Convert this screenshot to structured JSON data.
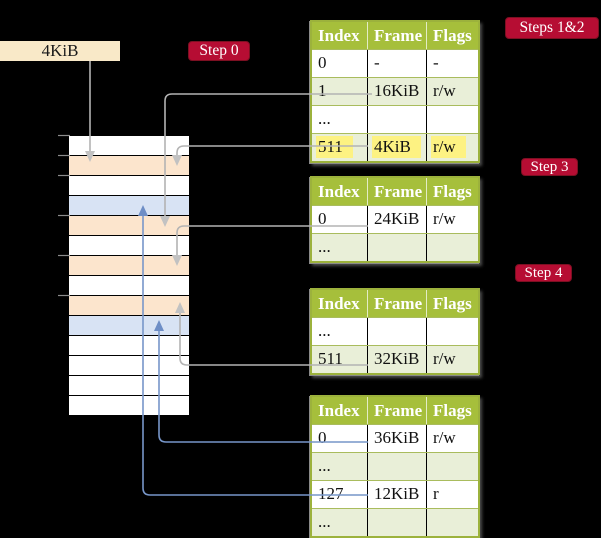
{
  "frame_box": {
    "label": "4KiB"
  },
  "badges": {
    "step0": "Step 0",
    "steps1and2": "Steps 1&2",
    "step3": "Step 3",
    "step4": "Step 4"
  },
  "tables": [
    {
      "id": "steps-1-2",
      "headers": [
        "Index",
        "Frame",
        "Flags"
      ],
      "rows": [
        {
          "cells": [
            "0",
            "-",
            "-"
          ],
          "highlight": false
        },
        {
          "cells": [
            "1",
            "16KiB",
            "r/w"
          ],
          "highlight": false
        },
        {
          "cells": [
            "...",
            "",
            ""
          ],
          "highlight": false
        },
        {
          "cells": [
            "511",
            "4KiB",
            "r/w"
          ],
          "highlight": true
        }
      ]
    },
    {
      "id": "step-3",
      "headers": [
        "Index",
        "Frame",
        "Flags"
      ],
      "rows": [
        {
          "cells": [
            "0",
            "24KiB",
            "r/w"
          ],
          "highlight": false
        },
        {
          "cells": [
            "...",
            "",
            ""
          ],
          "highlight": false
        }
      ]
    },
    {
      "id": "step-4",
      "headers": [
        "Index",
        "Frame",
        "Flags"
      ],
      "rows": [
        {
          "cells": [
            "...",
            "",
            ""
          ],
          "highlight": false
        },
        {
          "cells": [
            "511",
            "32KiB",
            "r/w"
          ],
          "highlight": false
        }
      ]
    },
    {
      "id": "final",
      "headers": [
        "Index",
        "Frame",
        "Flags"
      ],
      "rows": [
        {
          "cells": [
            "0",
            "36KiB",
            "r/w"
          ],
          "highlight": false
        },
        {
          "cells": [
            "...",
            "",
            ""
          ],
          "highlight": false
        },
        {
          "cells": [
            "127",
            "12KiB",
            "r"
          ],
          "highlight": false
        },
        {
          "cells": [
            "...",
            "",
            ""
          ],
          "highlight": false
        }
      ]
    }
  ],
  "memory_stack": {
    "rows": [
      "free",
      "page-table",
      "free",
      "data-page",
      "page-table",
      "free",
      "page-table",
      "free",
      "page-table",
      "data-page",
      "free",
      "free",
      "free",
      "free"
    ]
  },
  "colors": {
    "background": "#000000",
    "frame_box_beige": "#f9e9c8",
    "badge_red": "#b60d33",
    "badge_border": "#7c1022",
    "table_header_green": "#a6bf3b",
    "table_row_green": "#e9efd8",
    "table_border_olive": "#9cb23c",
    "highlight_yellow": "#fdf282",
    "page_table_peach": "#fce5cd",
    "data_page_blue": "#d8e3f4",
    "connector_gray": "#b3b3b3",
    "connector_gray_head": "#c2c2c2",
    "connector_blue": "#7796c9",
    "connector_blue_head": "#6e8ec6"
  }
}
